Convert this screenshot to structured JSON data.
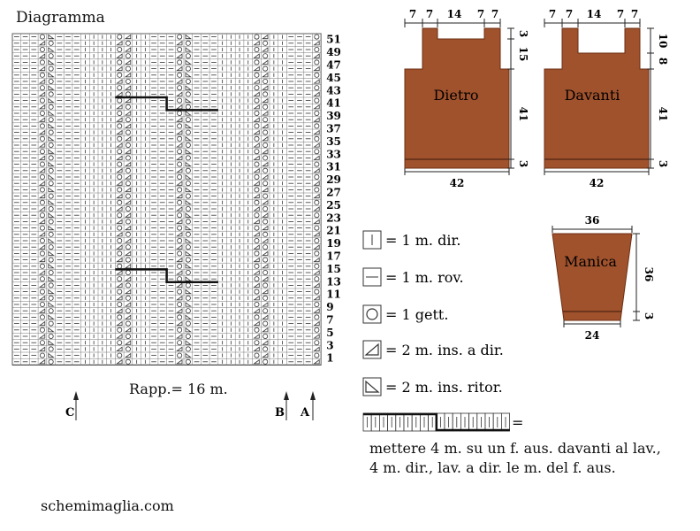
{
  "title": "Diagramma",
  "repeat_label": "Rapp.= 16 m.",
  "site": "schemimaglia.com",
  "row_numbers": [
    "51",
    "49",
    "47",
    "45",
    "43",
    "41",
    "39",
    "37",
    "35",
    "33",
    "31",
    "29",
    "27",
    "25",
    "23",
    "21",
    "19",
    "17",
    "15",
    "13",
    "11",
    "9",
    "7",
    "5",
    "3",
    "1"
  ],
  "markers": {
    "c": "C",
    "b": "B",
    "a": "A"
  },
  "legend": {
    "knit": "= 1 m. dir.",
    "purl": "= 1 m. rov.",
    "yo": "= 1 gett.",
    "k2tog": "= 2 m. ins. a dir.",
    "ssk": "= 2 m. ins. ritor.",
    "cable_eq": "=",
    "cable_desc": [
      "mettere 4 m. su un f. aus. davanti al lav.,",
      "4 m. dir., lav. a dir. le m. del f. aus."
    ]
  },
  "pieces": {
    "dietro": {
      "label": "Dietro",
      "top": [
        "7",
        "7",
        "14",
        "7",
        "7"
      ],
      "right": [
        "3",
        "15",
        "41",
        "3"
      ],
      "bottom": "42"
    },
    "davanti": {
      "label": "Davanti",
      "top": [
        "7",
        "7",
        "14",
        "7",
        "7"
      ],
      "right": [
        "10",
        "8",
        "41",
        "3"
      ],
      "bottom": "42"
    },
    "manica": {
      "label": "Manica",
      "top": "36",
      "right": [
        "36",
        "3"
      ],
      "bottom": "24"
    }
  },
  "colors": {
    "garment_fill": "#a0522d",
    "garment_stroke": "#6b2f12",
    "grid": "#555555",
    "cable": "#111111"
  }
}
